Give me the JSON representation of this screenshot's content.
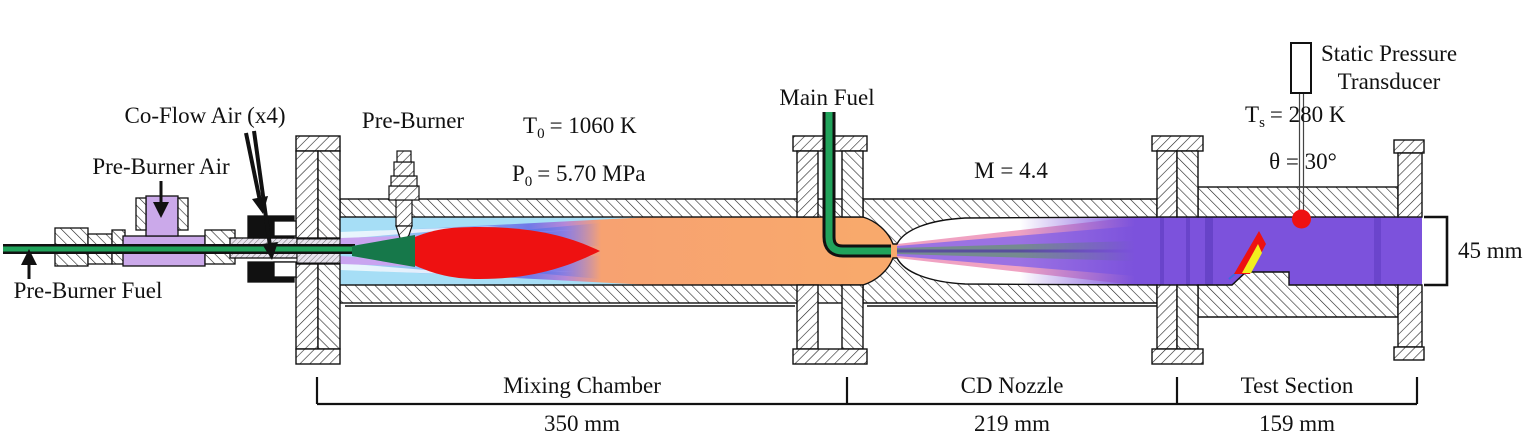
{
  "diagram": {
    "callouts": {
      "coflow_air": "Co-Flow Air (x4)",
      "preburner_air": "Pre-Burner Air",
      "preburner_fuel": "Pre-Burner Fuel",
      "preburner": "Pre-Burner",
      "main_fuel": "Main Fuel",
      "transducer_line1": "Static Pressure",
      "transducer_line2": "Transducer"
    },
    "conditions": {
      "t0_sym": "T",
      "t0_sub": "0",
      "t0_val": "= 1060 K",
      "p0_sym": "P",
      "p0_sub": "0",
      "p0_val": "= 5.70 MPa",
      "mach": "M = 4.4",
      "ts_sym": "T",
      "ts_sub": "s",
      "ts_val": "= 280 K",
      "theta": "θ = 30°",
      "duct_height": "45 mm"
    },
    "sections": [
      {
        "name": "Mixing Chamber",
        "length": "350 mm"
      },
      {
        "name": "CD Nozzle",
        "length": "219 mm"
      },
      {
        "name": "Test Section",
        "length": "159 mm"
      }
    ],
    "colors": {
      "flame_red": "#ee1111",
      "flame_yellow": "#f2ef1e",
      "orange_flow": "#f8a96c",
      "coflow_blue": "#a6def6",
      "jet_blue": "#5b74ea",
      "purple_flow": "#7c52dc",
      "pink_expansion": "#f0a2c2",
      "violet_jet": "#9b72e3",
      "fuel_green": "#21a35b",
      "cone_green": "#16784a",
      "fitting_purple": "#cba9ea",
      "streak_purple": "#c9a4f0"
    }
  }
}
